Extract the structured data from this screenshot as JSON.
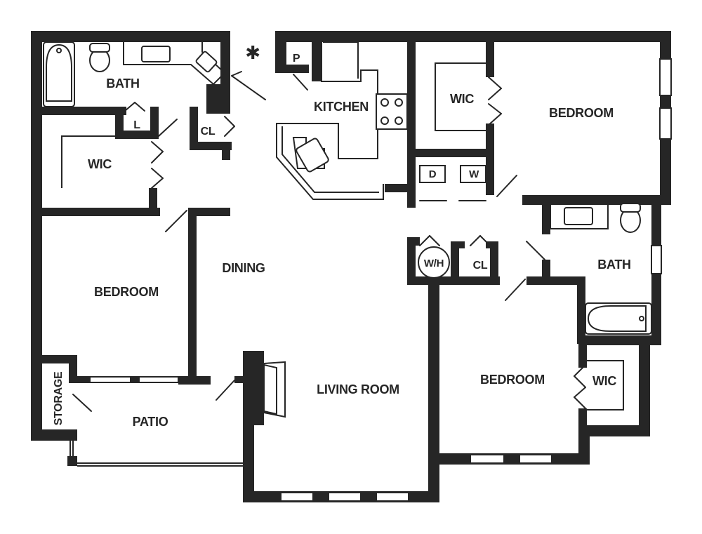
{
  "rooms": {
    "bath_top": "BATH",
    "laundry": "L",
    "closet_left": "CL",
    "wic_left": "WIC",
    "kitchen": "KITCHEN",
    "pantry": "P",
    "wic_top_right": "WIC",
    "bedroom_top_right": "BEDROOM",
    "dryer": "D",
    "washer": "W",
    "bedroom_left": "BEDROOM",
    "dining": "DINING",
    "water_heater": "W/H",
    "closet_center": "CL",
    "bath_right": "BATH",
    "living_room": "LIVING ROOM",
    "bedroom_bottom_right": "BEDROOM",
    "wic_bottom_right": "WIC",
    "storage": "STORAGE",
    "patio": "PATIO"
  },
  "marker": "✱"
}
